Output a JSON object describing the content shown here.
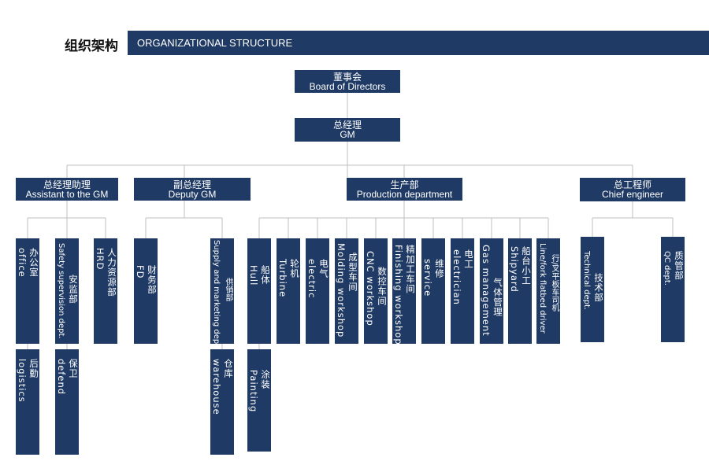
{
  "header": {
    "cn": "组织架构",
    "en": "ORGANIZATIONAL STRUCTURE"
  },
  "colors": {
    "box": "#1f3a64",
    "line": "#bfbfbf"
  },
  "top": [
    {
      "cn": "董事会",
      "en": "Board of Directors"
    },
    {
      "cn": "总经理",
      "en": "GM"
    }
  ],
  "level2": [
    {
      "cn": "总经理助理",
      "en": "Assistant to the GM"
    },
    {
      "cn": "副总经理",
      "en": "Deputy GM"
    },
    {
      "cn": "生产部",
      "en": "Production department"
    },
    {
      "cn": "总工程师",
      "en": "Chief engineer"
    }
  ],
  "leaves": [
    {
      "cols": [
        "办公室",
        "office"
      ]
    },
    {
      "cols": [
        "安监部",
        "Safety supervision dept."
      ]
    },
    {
      "cols": [
        "人力资源部",
        "HRD"
      ]
    },
    {
      "cols": [
        "后勤",
        "logistics"
      ]
    },
    {
      "cols": [
        "保卫",
        "defend"
      ]
    },
    {
      "cols": [
        "财务部",
        "FD"
      ]
    },
    {
      "cols": [
        "供销部",
        "Supply and marketing dept."
      ]
    },
    {
      "cols": [
        "仓库",
        "warehouse"
      ]
    },
    {
      "cols": [
        "船体",
        "Hull"
      ]
    },
    {
      "cols": [
        "涂装",
        "Painting"
      ]
    },
    {
      "cols": [
        "轮机",
        "Turbine"
      ]
    },
    {
      "cols": [
        "电气",
        "electric"
      ]
    },
    {
      "cols": [
        "成型车间",
        "Molding workshop"
      ]
    },
    {
      "cols": [
        "数控车间",
        "CNC workshop"
      ]
    },
    {
      "cols": [
        "精加工车间",
        "Finishing workshop"
      ]
    },
    {
      "cols": [
        "维修",
        "service"
      ]
    },
    {
      "cols": [
        "电工",
        "electrician"
      ]
    },
    {
      "cols": [
        "气体管理",
        "Gas management"
      ]
    },
    {
      "cols": [
        "船台小工",
        "Shipyard"
      ]
    },
    {
      "cols": [
        "行/叉平板车司机",
        "Line/fork flatbed driver"
      ]
    },
    {
      "cols": [
        "技术部",
        "Technical dept."
      ]
    },
    {
      "cols": [
        "质管部",
        "QC dept."
      ]
    }
  ]
}
